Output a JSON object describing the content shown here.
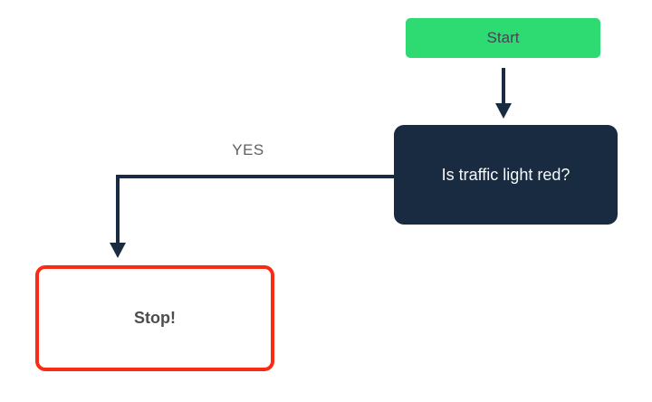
{
  "diagram": {
    "type": "flowchart",
    "nodes": {
      "start": {
        "label": "Start",
        "shape": "rounded-rect",
        "style": "green-filled"
      },
      "decision": {
        "label": "Is traffic light red?",
        "shape": "rounded-rect",
        "style": "navy-filled"
      },
      "stop": {
        "label": "Stop!",
        "shape": "rounded-rect",
        "style": "red-outline"
      }
    },
    "edges": {
      "start_to_decision": {
        "from": "start",
        "to": "decision",
        "label": ""
      },
      "decision_to_stop": {
        "from": "decision",
        "to": "stop",
        "label": "YES"
      }
    }
  },
  "colors": {
    "canvas-bg": "#ffffff",
    "start-fill": "#2edb72",
    "start-text": "#494454",
    "decision-fill": "#192b40",
    "decision-text": "#f7f8f9",
    "stop-border": "#fa2a14",
    "stop-text": "#4d4d4d",
    "edge-label": "#5f5f5f",
    "connector": "#192b40"
  }
}
